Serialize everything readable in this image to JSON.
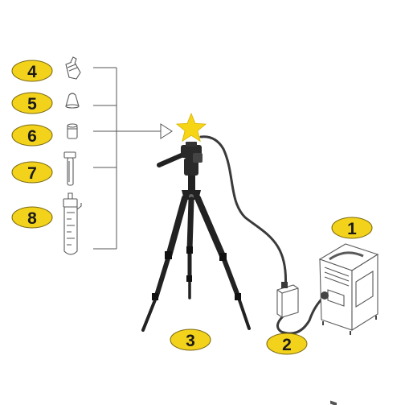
{
  "badges": {
    "b1": "1",
    "b2": "2",
    "b3": "3",
    "b4": "4",
    "b5": "5",
    "b6": "6",
    "b7": "7",
    "b8": "8"
  },
  "colors": {
    "badge_fill": "#f3d21c",
    "badge_stroke": "#7a6a10",
    "star_fill": "#f6d416",
    "line": "#555555",
    "tripod": "#222222"
  },
  "icons": {
    "accessory_4": "tapered-adapter-icon",
    "accessory_5": "cone-cap-icon",
    "accessory_6": "cylinder-cap-icon",
    "accessory_7": "tube-holder-icon",
    "accessory_8": "sample-tube-icon",
    "target": "star-icon",
    "tripod": "tripod-icon",
    "power_adapter": "power-adapter-icon",
    "pump_unit": "pump-unit-icon"
  }
}
